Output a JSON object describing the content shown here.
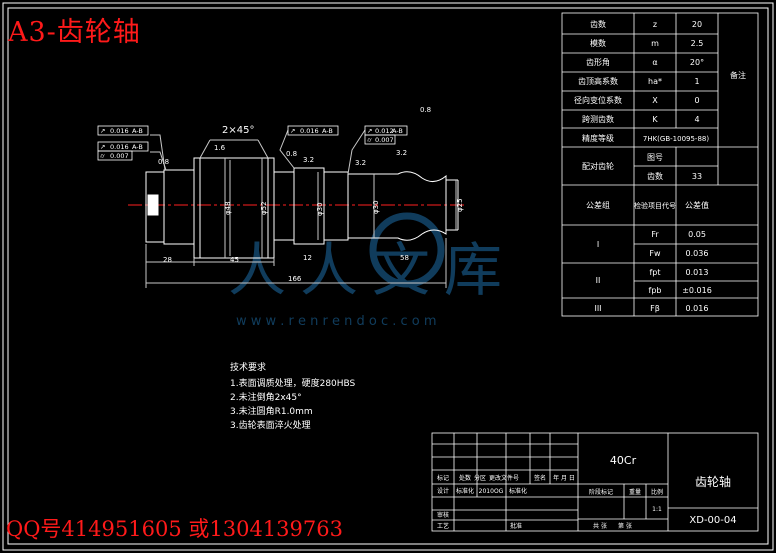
{
  "overlay": {
    "title": "A3-齿轮轴",
    "contact": "QQ号414951605 或1304139763"
  },
  "watermark": {
    "logo_text": "人人文库",
    "url": "w w w . r e n r e n d o c . c o m"
  },
  "colors": {
    "line": "#ffffff",
    "centerline": "#ff2020",
    "dim": "#c8c8c8",
    "overlay_text": "#ff1a1a",
    "background": "#000000",
    "watermark": "#1e6ea8"
  },
  "drawing": {
    "chamfer": "2×45°",
    "tolerance_frames": [
      {
        "symbol": "↗",
        "value": "0.016",
        "datum": "A-B"
      },
      {
        "symbol": "↗",
        "value": "0.016",
        "datum": "A-B"
      },
      {
        "symbol": "⌭",
        "value": "0.007",
        "datum": ""
      },
      {
        "symbol": "↗",
        "value": "0.016",
        "datum": "A-B"
      },
      {
        "symbol": "↗",
        "value": "0.012",
        "datum": "A-B"
      },
      {
        "symbol": "⌭",
        "value": "0.007",
        "datum": ""
      }
    ],
    "roughness": [
      "0.8",
      "1.6",
      "0.8",
      "3.2",
      "3.2",
      "0.8",
      "3.2"
    ],
    "dims": {
      "d_left": "φ30",
      "d_gear": "φ48",
      "d_gear2": "φ52",
      "d_mid": "φ30",
      "d_right": "φ25",
      "len_left": "28",
      "len_gear": "45",
      "len_total": "166",
      "len_mid": "12",
      "len_right": "58"
    }
  },
  "notes": {
    "title": "技术要求",
    "items": [
      "1.表面调质处理，硬度280HBS",
      "2.未注倒角2x45°",
      "3.未注圆角R1.0mm",
      "3.齿轮表面淬火处理"
    ]
  },
  "param_table": {
    "rows": [
      {
        "name": "齿数",
        "sym": "z",
        "val": "20"
      },
      {
        "name": "模数",
        "sym": "m",
        "val": "2.5"
      },
      {
        "name": "齿形角",
        "sym": "α",
        "val": "20°"
      },
      {
        "name": "齿顶高系数",
        "sym": "ha*",
        "val": "1"
      },
      {
        "name": "径向变位系数",
        "sym": "X",
        "val": "0"
      },
      {
        "name": "跨测齿数",
        "sym": "K",
        "val": "4"
      }
    ],
    "precision_label": "精度等级",
    "precision_value": "7HK(GB-10095-88)",
    "side_note": "备注",
    "mating_label": "配对齿轮",
    "mating_rows": [
      {
        "name": "图号",
        "val": ""
      },
      {
        "name": "齿数",
        "val": "33"
      }
    ],
    "group_header": [
      "公差组",
      "检验项目代号",
      "公差值"
    ],
    "groups": [
      {
        "name": "I",
        "items": [
          {
            "code": "Fr",
            "val": "0.05"
          },
          {
            "code": "Fw",
            "val": "0.036"
          }
        ]
      },
      {
        "name": "II",
        "items": [
          {
            "code": "fpt",
            "val": "0.013"
          },
          {
            "code": "fpb",
            "val": "±0.016"
          }
        ]
      },
      {
        "name": "III",
        "items": [
          {
            "code": "Fβ",
            "val": "0.016"
          }
        ]
      }
    ]
  },
  "title_block": {
    "material": "40Cr",
    "part_name": "齿轮轴",
    "drawing_no": "XD-00-04",
    "scale": "1:1",
    "date": "2010OG",
    "headers_row1": [
      "标记",
      "处数",
      "分区",
      "更改文件号",
      "签名",
      "年 月 日"
    ],
    "headers_row2": [
      "设计",
      "标准化",
      "",
      "标准化"
    ],
    "mid_labels": [
      "阶段标记",
      "重量",
      "比例"
    ],
    "rows_left": [
      "审核",
      "工艺"
    ],
    "approve": "批准",
    "sheet_info": [
      "共 张",
      "第 张"
    ]
  }
}
